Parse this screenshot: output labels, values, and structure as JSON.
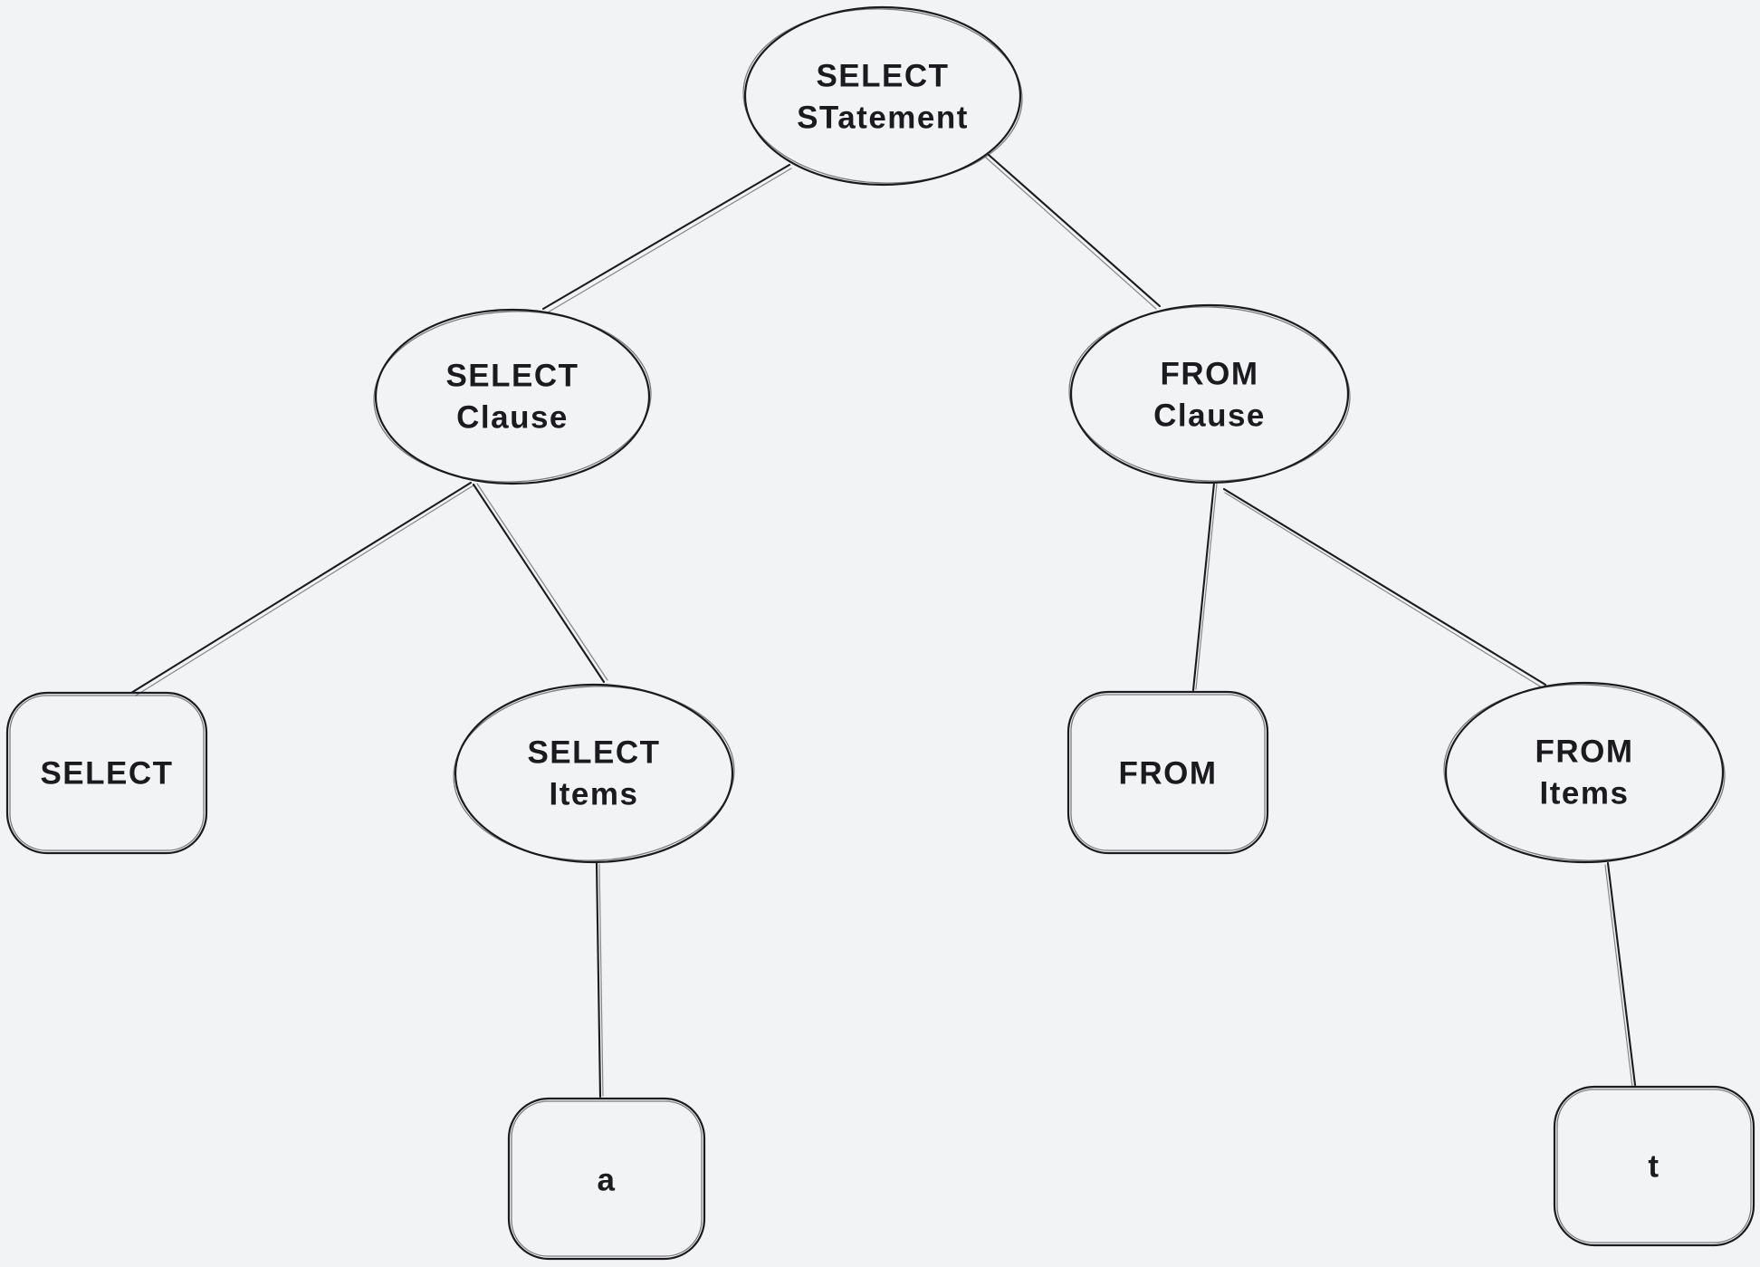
{
  "canvas": {
    "background_color": "#f2f3f5",
    "stroke_color": "#1b1b1f",
    "text_color": "#1b1b1f",
    "style": "hand-drawn sketch"
  },
  "diagram": {
    "description": "Parse tree of a SQL SELECT statement",
    "nodes": {
      "select_statement": {
        "shape": "ellipse",
        "lines": [
          "SELECT",
          "STatement"
        ]
      },
      "select_clause": {
        "shape": "ellipse",
        "lines": [
          "SELECT",
          "Clause"
        ]
      },
      "from_clause": {
        "shape": "ellipse",
        "lines": [
          "FROM",
          "Clause"
        ]
      },
      "select_keyword": {
        "shape": "rounded-rectangle",
        "label": "SELECT"
      },
      "select_items": {
        "shape": "ellipse",
        "lines": [
          "SELECT",
          "Items"
        ]
      },
      "from_keyword": {
        "shape": "rounded-rectangle",
        "label": "FROM"
      },
      "from_items": {
        "shape": "ellipse",
        "lines": [
          "FROM",
          "Items"
        ]
      },
      "item_a": {
        "shape": "rounded-rectangle",
        "label": "a"
      },
      "item_t": {
        "shape": "rounded-rectangle",
        "label": "t"
      }
    },
    "edges": [
      {
        "from": "select_statement",
        "to": "select_clause"
      },
      {
        "from": "select_statement",
        "to": "from_clause"
      },
      {
        "from": "select_clause",
        "to": "select_keyword"
      },
      {
        "from": "select_clause",
        "to": "select_items"
      },
      {
        "from": "from_clause",
        "to": "from_keyword"
      },
      {
        "from": "from_clause",
        "to": "from_items"
      },
      {
        "from": "select_items",
        "to": "item_a"
      },
      {
        "from": "from_items",
        "to": "item_t"
      }
    ]
  }
}
